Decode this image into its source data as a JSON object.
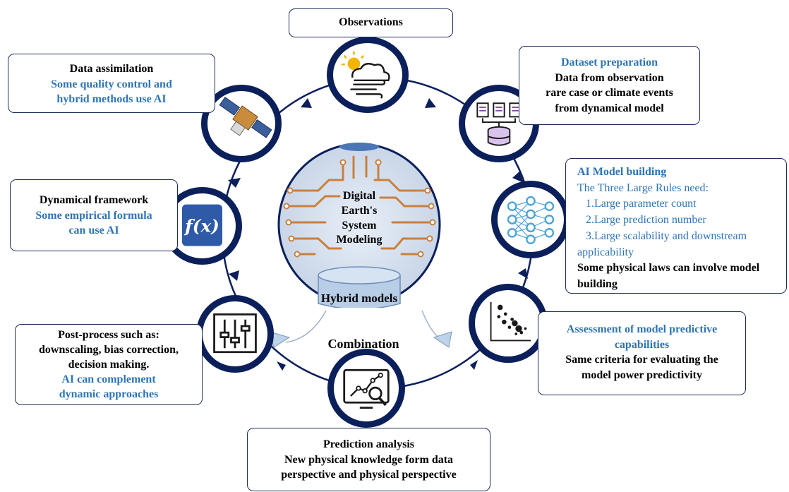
{
  "observations": {
    "title": "Observations"
  },
  "data_assimilation": {
    "title": "Data assimilation",
    "note": "Some quality control and hybrid methods use AI"
  },
  "dataset_preparation": {
    "title": "Dataset preparation",
    "line1": "Data from observation",
    "line2": "rare case or climate events",
    "line3": "from dynamical model"
  },
  "ai_model_building": {
    "title": "AI Model building",
    "intro": "The Three Large Rules need:",
    "rule1": "1.Large parameter count",
    "rule2": "2.Large prediction number",
    "rule3": "3.Large scalability and downstream applicability",
    "note": "Some physical laws can involve model building"
  },
  "dynamical_framework": {
    "title": "Dynamical framework",
    "note": "Some empirical formula can use AI"
  },
  "post_process": {
    "line1": "Post-process such as:",
    "line2": "downscaling, bias correction,",
    "line3": "decision making.",
    "note": "AI can complement dynamic approaches"
  },
  "assessment": {
    "title": "Assessment of model predictive capabilities",
    "note": "Same criteria for evaluating the model power predictivity"
  },
  "prediction_analysis": {
    "title": "Prediction analysis",
    "note": "New physical knowledge form data perspective and physical perspective"
  },
  "center": {
    "title": "Digital Earth's System Modeling",
    "hybrid": "Hybrid models",
    "combination": "Combination"
  },
  "icons": {
    "observations": "weather-cloud-sun-wind-icon",
    "data_assimilation": "satellite-icon",
    "dataset_preparation": "documents-database-icon",
    "ai_model_building": "neural-network-icon",
    "dynamical_framework": "function-fx-icon",
    "post_process": "equalizer-sliders-icon",
    "assessment": "scatter-plot-icon",
    "prediction_analysis": "analytics-magnifier-icon"
  },
  "colors": {
    "ring": "#0b1f5b",
    "accent_text": "#2e74b5",
    "circuit": "#c9803f",
    "box_border": "#1f2e5a"
  }
}
